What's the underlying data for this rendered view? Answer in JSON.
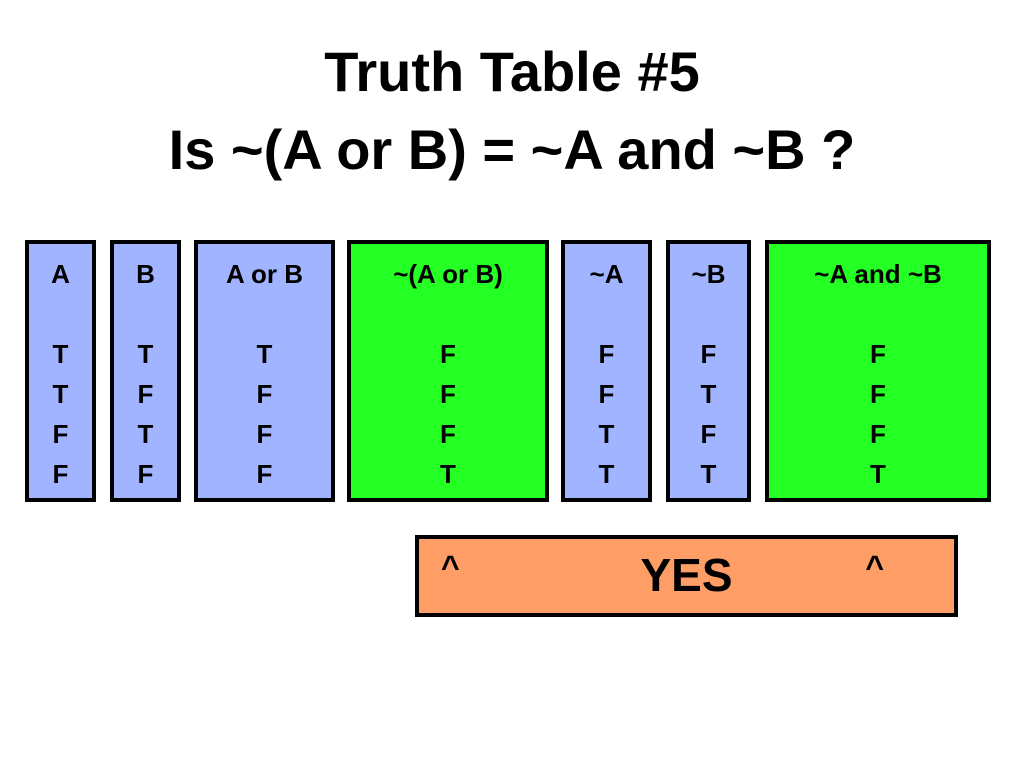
{
  "title": {
    "line1": "Truth Table #5",
    "line2": "Is ~(A or B) = ~A and ~B ?"
  },
  "colors": {
    "input_column": "#a0b4ff",
    "compared_column": "#24ff24",
    "result_box": "#ff9d66"
  },
  "columns": [
    {
      "header": "A",
      "values": [
        "T",
        "T",
        "F",
        "F"
      ],
      "fill": "blue"
    },
    {
      "header": "B",
      "values": [
        "T",
        "F",
        "T",
        "F"
      ],
      "fill": "blue"
    },
    {
      "header": "A or B",
      "values": [
        "T",
        "F",
        "F",
        "F"
      ],
      "fill": "blue"
    },
    {
      "header": "~(A or B)",
      "values": [
        "F",
        "F",
        "F",
        "T"
      ],
      "fill": "green"
    },
    {
      "header": "~A",
      "values": [
        "F",
        "F",
        "T",
        "T"
      ],
      "fill": "blue"
    },
    {
      "header": "~B",
      "values": [
        "F",
        "T",
        "F",
        "T"
      ],
      "fill": "blue"
    },
    {
      "header": "~A and ~B",
      "values": [
        "F",
        "F",
        "F",
        "T"
      ],
      "fill": "green"
    }
  ],
  "result": {
    "left_marker": "^",
    "label": "YES",
    "right_marker": "^"
  }
}
